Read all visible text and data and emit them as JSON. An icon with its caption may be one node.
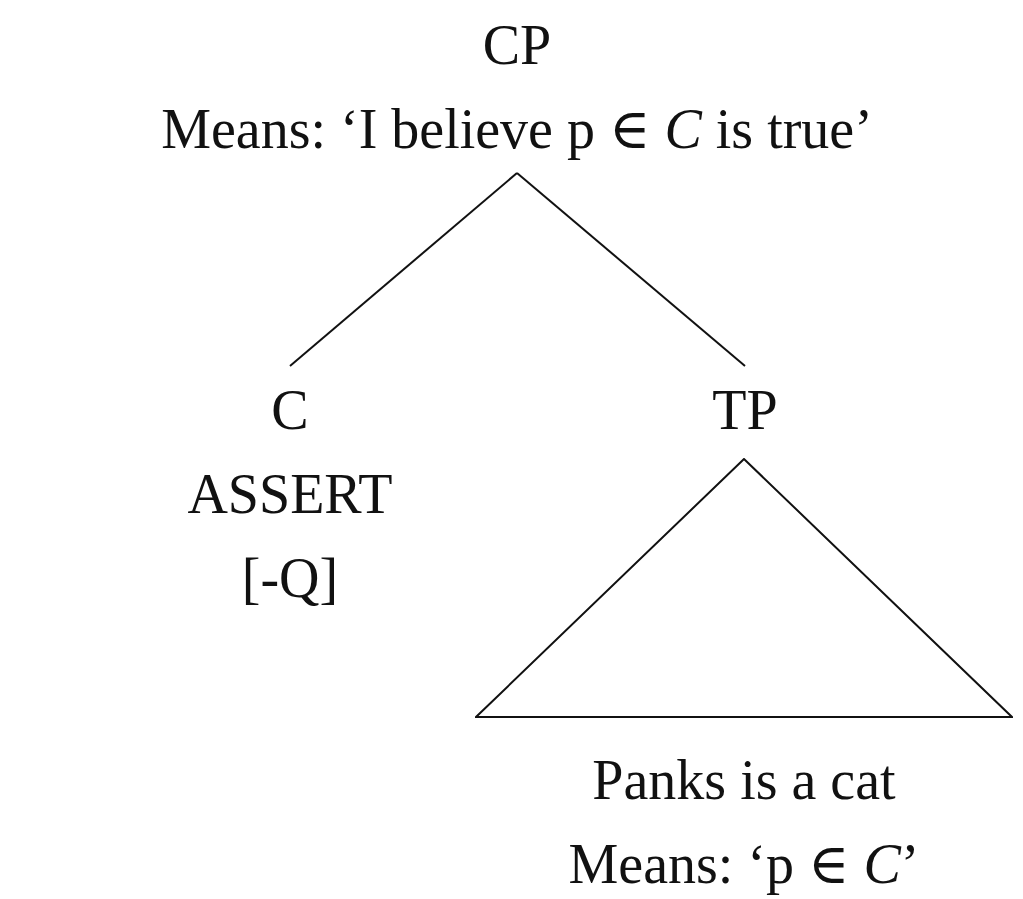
{
  "diagram": {
    "nodes": [
      {
        "text": [
          "CP",
          "Means: ‘I believe p ∈ *C* is true’"
        ]
      },
      {
        "text": [
          "C",
          "ASSERT",
          "[-Q]"
        ]
      },
      {
        "text": [
          "TP"
        ]
      },
      {
        "text": [],
        "shape": "triangle",
        "beside": [
          "Panks is a cat",
          "Means: ‘p ∈ *C*’"
        ]
      }
    ],
    "edges": [
      {
        "from": 0,
        "to": 1,
        "arrow": "none"
      },
      {
        "from": 0,
        "to": 2,
        "arrow": "none"
      }
    ]
  }
}
